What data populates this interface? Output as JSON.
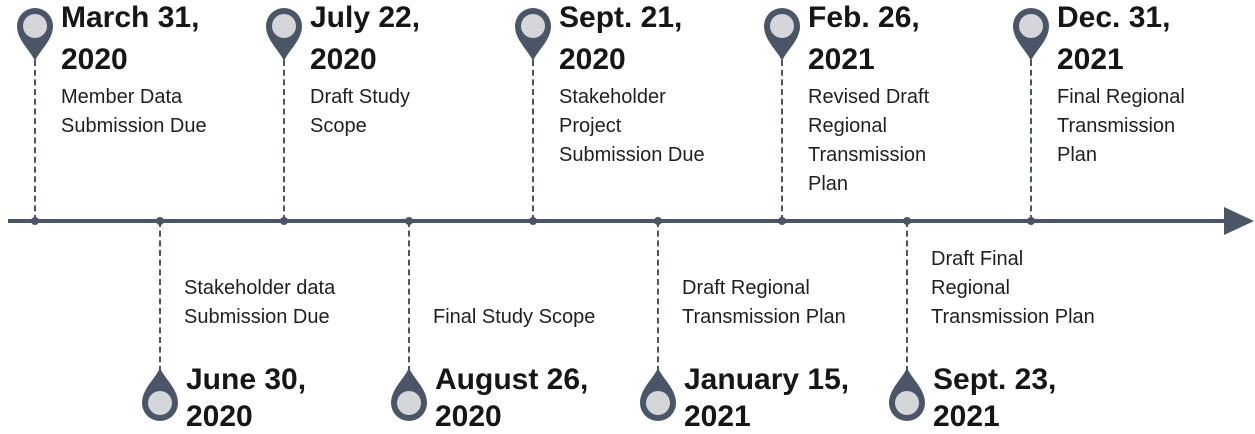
{
  "timeline": {
    "milestones": [
      {
        "date_line1": "March 31,",
        "date_line2": "2020",
        "desc_lines": [
          "Member Data",
          "Submission Due"
        ],
        "side": "top"
      },
      {
        "date_line1": "June 30,",
        "date_line2": "2020",
        "desc_lines": [
          "Stakeholder data",
          "Submission Due"
        ],
        "side": "bottom"
      },
      {
        "date_line1": "July 22,",
        "date_line2": "2020",
        "desc_lines": [
          "Draft Study",
          "Scope"
        ],
        "side": "top"
      },
      {
        "date_line1": "August 26,",
        "date_line2": "2020",
        "desc_lines": [
          "Final Study Scope"
        ],
        "side": "bottom"
      },
      {
        "date_line1": "Sept. 21,",
        "date_line2": "2020",
        "desc_lines": [
          "Stakeholder",
          "Project",
          "Submission Due"
        ],
        "side": "top"
      },
      {
        "date_line1": "January 15,",
        "date_line2": "2021",
        "desc_lines": [
          "Draft Regional",
          "Transmission Plan"
        ],
        "side": "bottom"
      },
      {
        "date_line1": "Feb. 26,",
        "date_line2": "2021",
        "desc_lines": [
          "Revised Draft",
          "Regional",
          "Transmission",
          "Plan"
        ],
        "side": "top"
      },
      {
        "date_line1": "Sept. 23,",
        "date_line2": "2021",
        "desc_lines": [
          "Draft Final",
          "Regional",
          "Transmission Plan"
        ],
        "side": "bottom"
      },
      {
        "date_line1": "Dec. 31,",
        "date_line2": "2021",
        "desc_lines": [
          "Final Regional",
          "Transmission",
          "Plan"
        ],
        "side": "top"
      }
    ]
  },
  "colors": {
    "axis": "#4a5568",
    "pin_fill": "#d4d6da",
    "pin_stroke": "#4a5568"
  }
}
